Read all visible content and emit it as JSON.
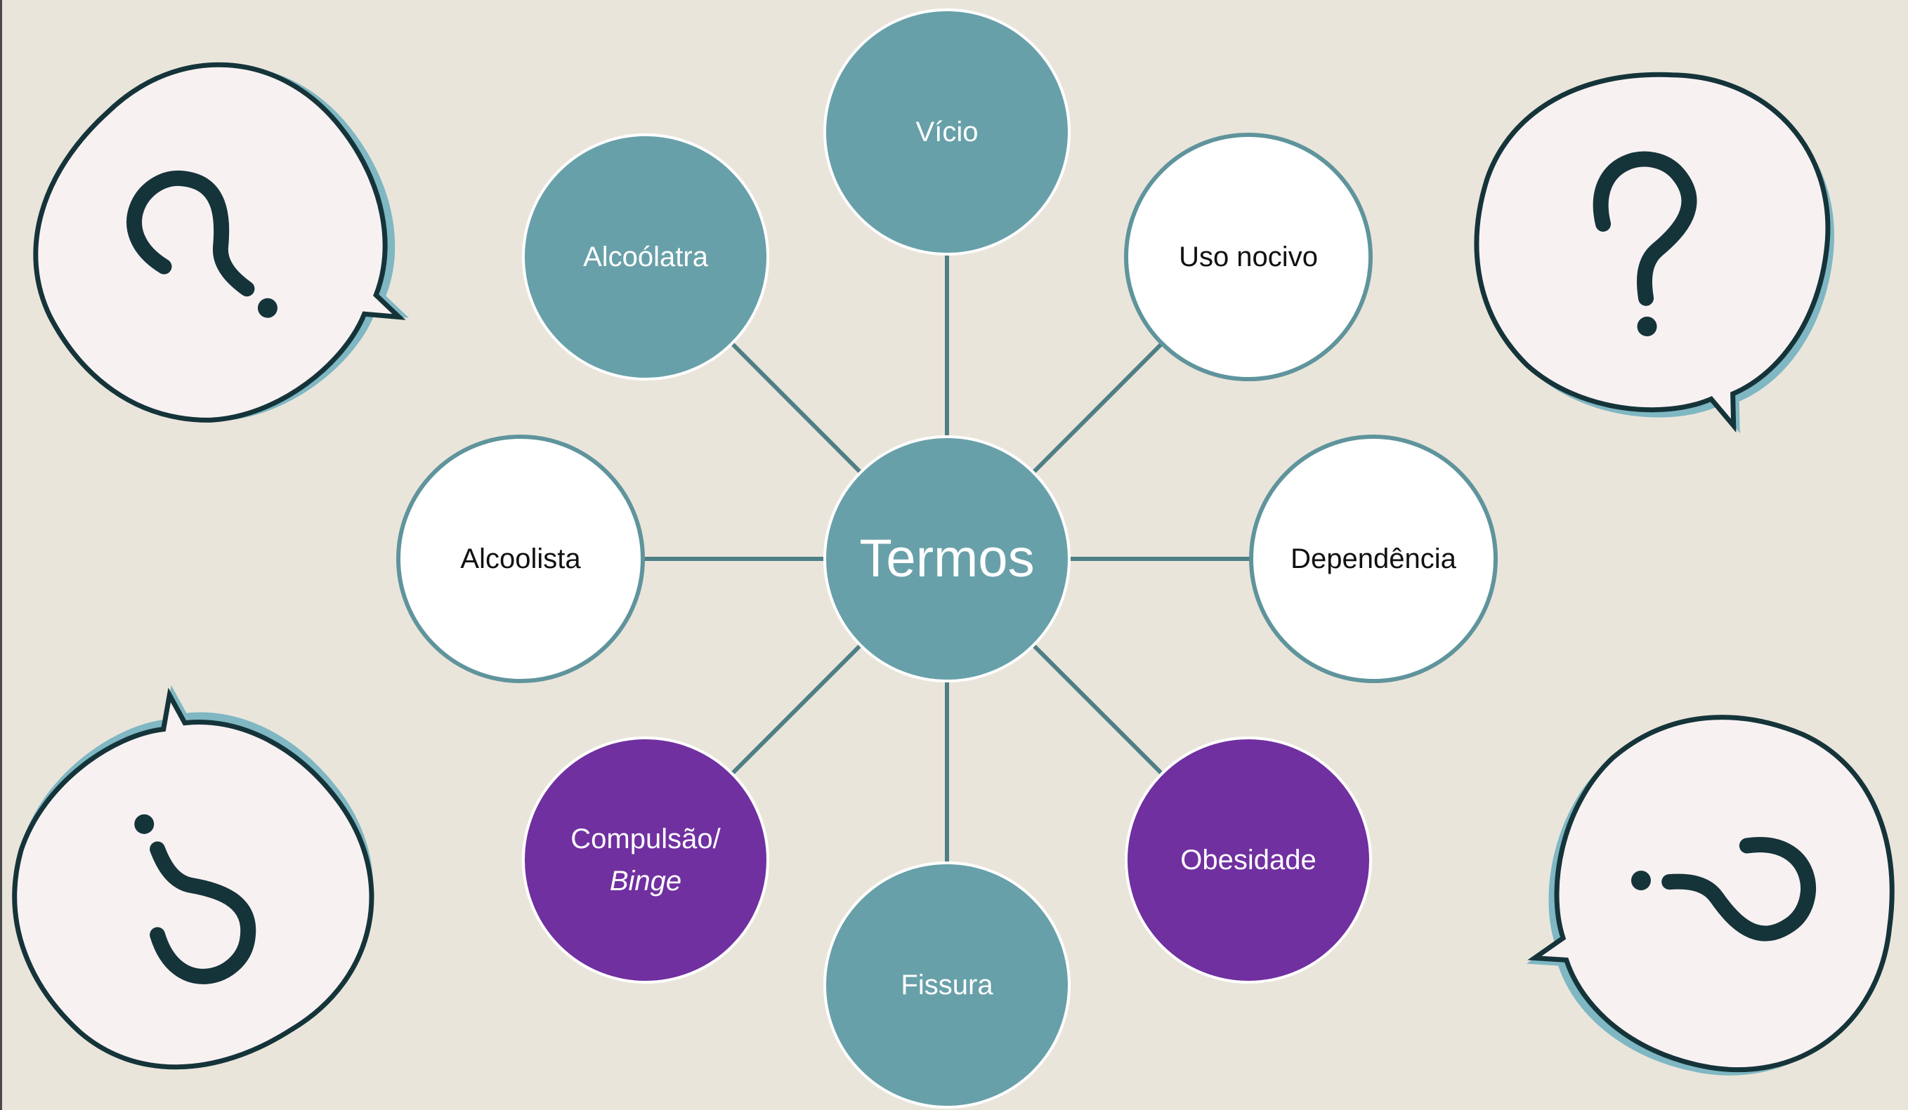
{
  "diagram": {
    "center": {
      "label": "Termos",
      "color": "#68a0a9"
    },
    "nodes": [
      {
        "id": "vicio",
        "label": "Vício",
        "fill": "#68a0a9",
        "text_color": "#ffffff"
      },
      {
        "id": "uso-nocivo",
        "label": "Uso nocivo",
        "fill": "#ffffff",
        "text_color": "#111111"
      },
      {
        "id": "dependencia",
        "label": "Dependência",
        "fill": "#ffffff",
        "text_color": "#111111"
      },
      {
        "id": "obesidade",
        "label": "Obesidade",
        "fill": "#7030a0",
        "text_color": "#ffffff"
      },
      {
        "id": "fissura",
        "label": "Fissura",
        "fill": "#68a0a9",
        "text_color": "#ffffff"
      },
      {
        "id": "compulsao",
        "label": "Compulsão/",
        "label_line2": "Binge",
        "fill": "#7030a0",
        "text_color": "#ffffff"
      },
      {
        "id": "alcoolista",
        "label": "Alcoolista",
        "fill": "#ffffff",
        "text_color": "#111111"
      },
      {
        "id": "alcoolatra",
        "label": "Alcoólatra",
        "fill": "#68a0a9",
        "text_color": "#ffffff"
      }
    ]
  },
  "decorations": {
    "question_bubbles": [
      "question-bubble-top-left",
      "question-bubble-top-right",
      "question-bubble-bottom-left",
      "question-bubble-bottom-right"
    ],
    "bubble_fill": "#f8f1f2",
    "bubble_outline": "#15343a",
    "bubble_shadow": "#7fb7c3"
  },
  "colors": {
    "background": "#eae5db",
    "connector": "#4f7f86",
    "node_outline": "#5f949c"
  }
}
